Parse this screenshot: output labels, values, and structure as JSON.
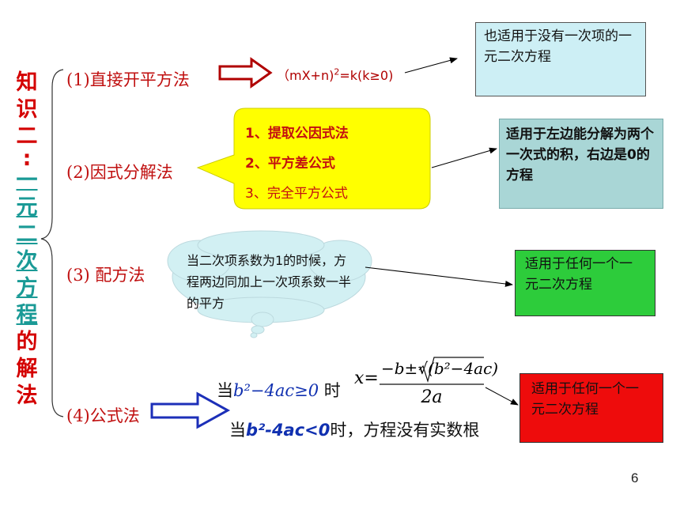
{
  "title_chars": [
    "知",
    "识",
    "二",
    ":",
    "一",
    "元",
    "二",
    "次",
    "方",
    "程",
    "的",
    "解",
    "法"
  ],
  "methods": [
    {
      "label": "(1)直接开平方法"
    },
    {
      "label": "(2)因式分解法"
    },
    {
      "label": "(3) 配方法"
    },
    {
      "label": "(4)公式法"
    }
  ],
  "square_formula": {
    "prefix": "（mX+n)",
    "exp": "2",
    "suffix": "=k(k≥0)"
  },
  "callout_items": [
    "1、提取公因式法",
    "2、平方差公式",
    "3、完全平方公式"
  ],
  "cloud_text": "当二次项系数为1的时候，方程两边同加上一次项系数一半的平方",
  "boxes": {
    "sky": "也适用于没有一次项的一元二次方程",
    "blue": "适用于左边能分解为两个一次式的积，右边是0的方程",
    "green": "适用于任何一个一元二次方程",
    "red": "适用于任何一个一元二次方程"
  },
  "formula": {
    "cond_prefix": "当",
    "cond_expr": "b²−4ac≥0",
    "cond_suffix": "时",
    "x_eq": "x=",
    "numerator": "−b±√(b²−4ac)",
    "denominator": "2a"
  },
  "no_root": {
    "prefix": "当",
    "expr": "b²-4ac<0",
    "suffix": "时，方程没有实数根"
  },
  "page_number": "6",
  "colors": {
    "title_red": "#d40000",
    "title_teal": "#1a9a96",
    "method_red": "#c01010",
    "callout_yellow": "#ffff00",
    "arrow_blue": "#1c2fb8",
    "arrow_red": "#c00000"
  }
}
